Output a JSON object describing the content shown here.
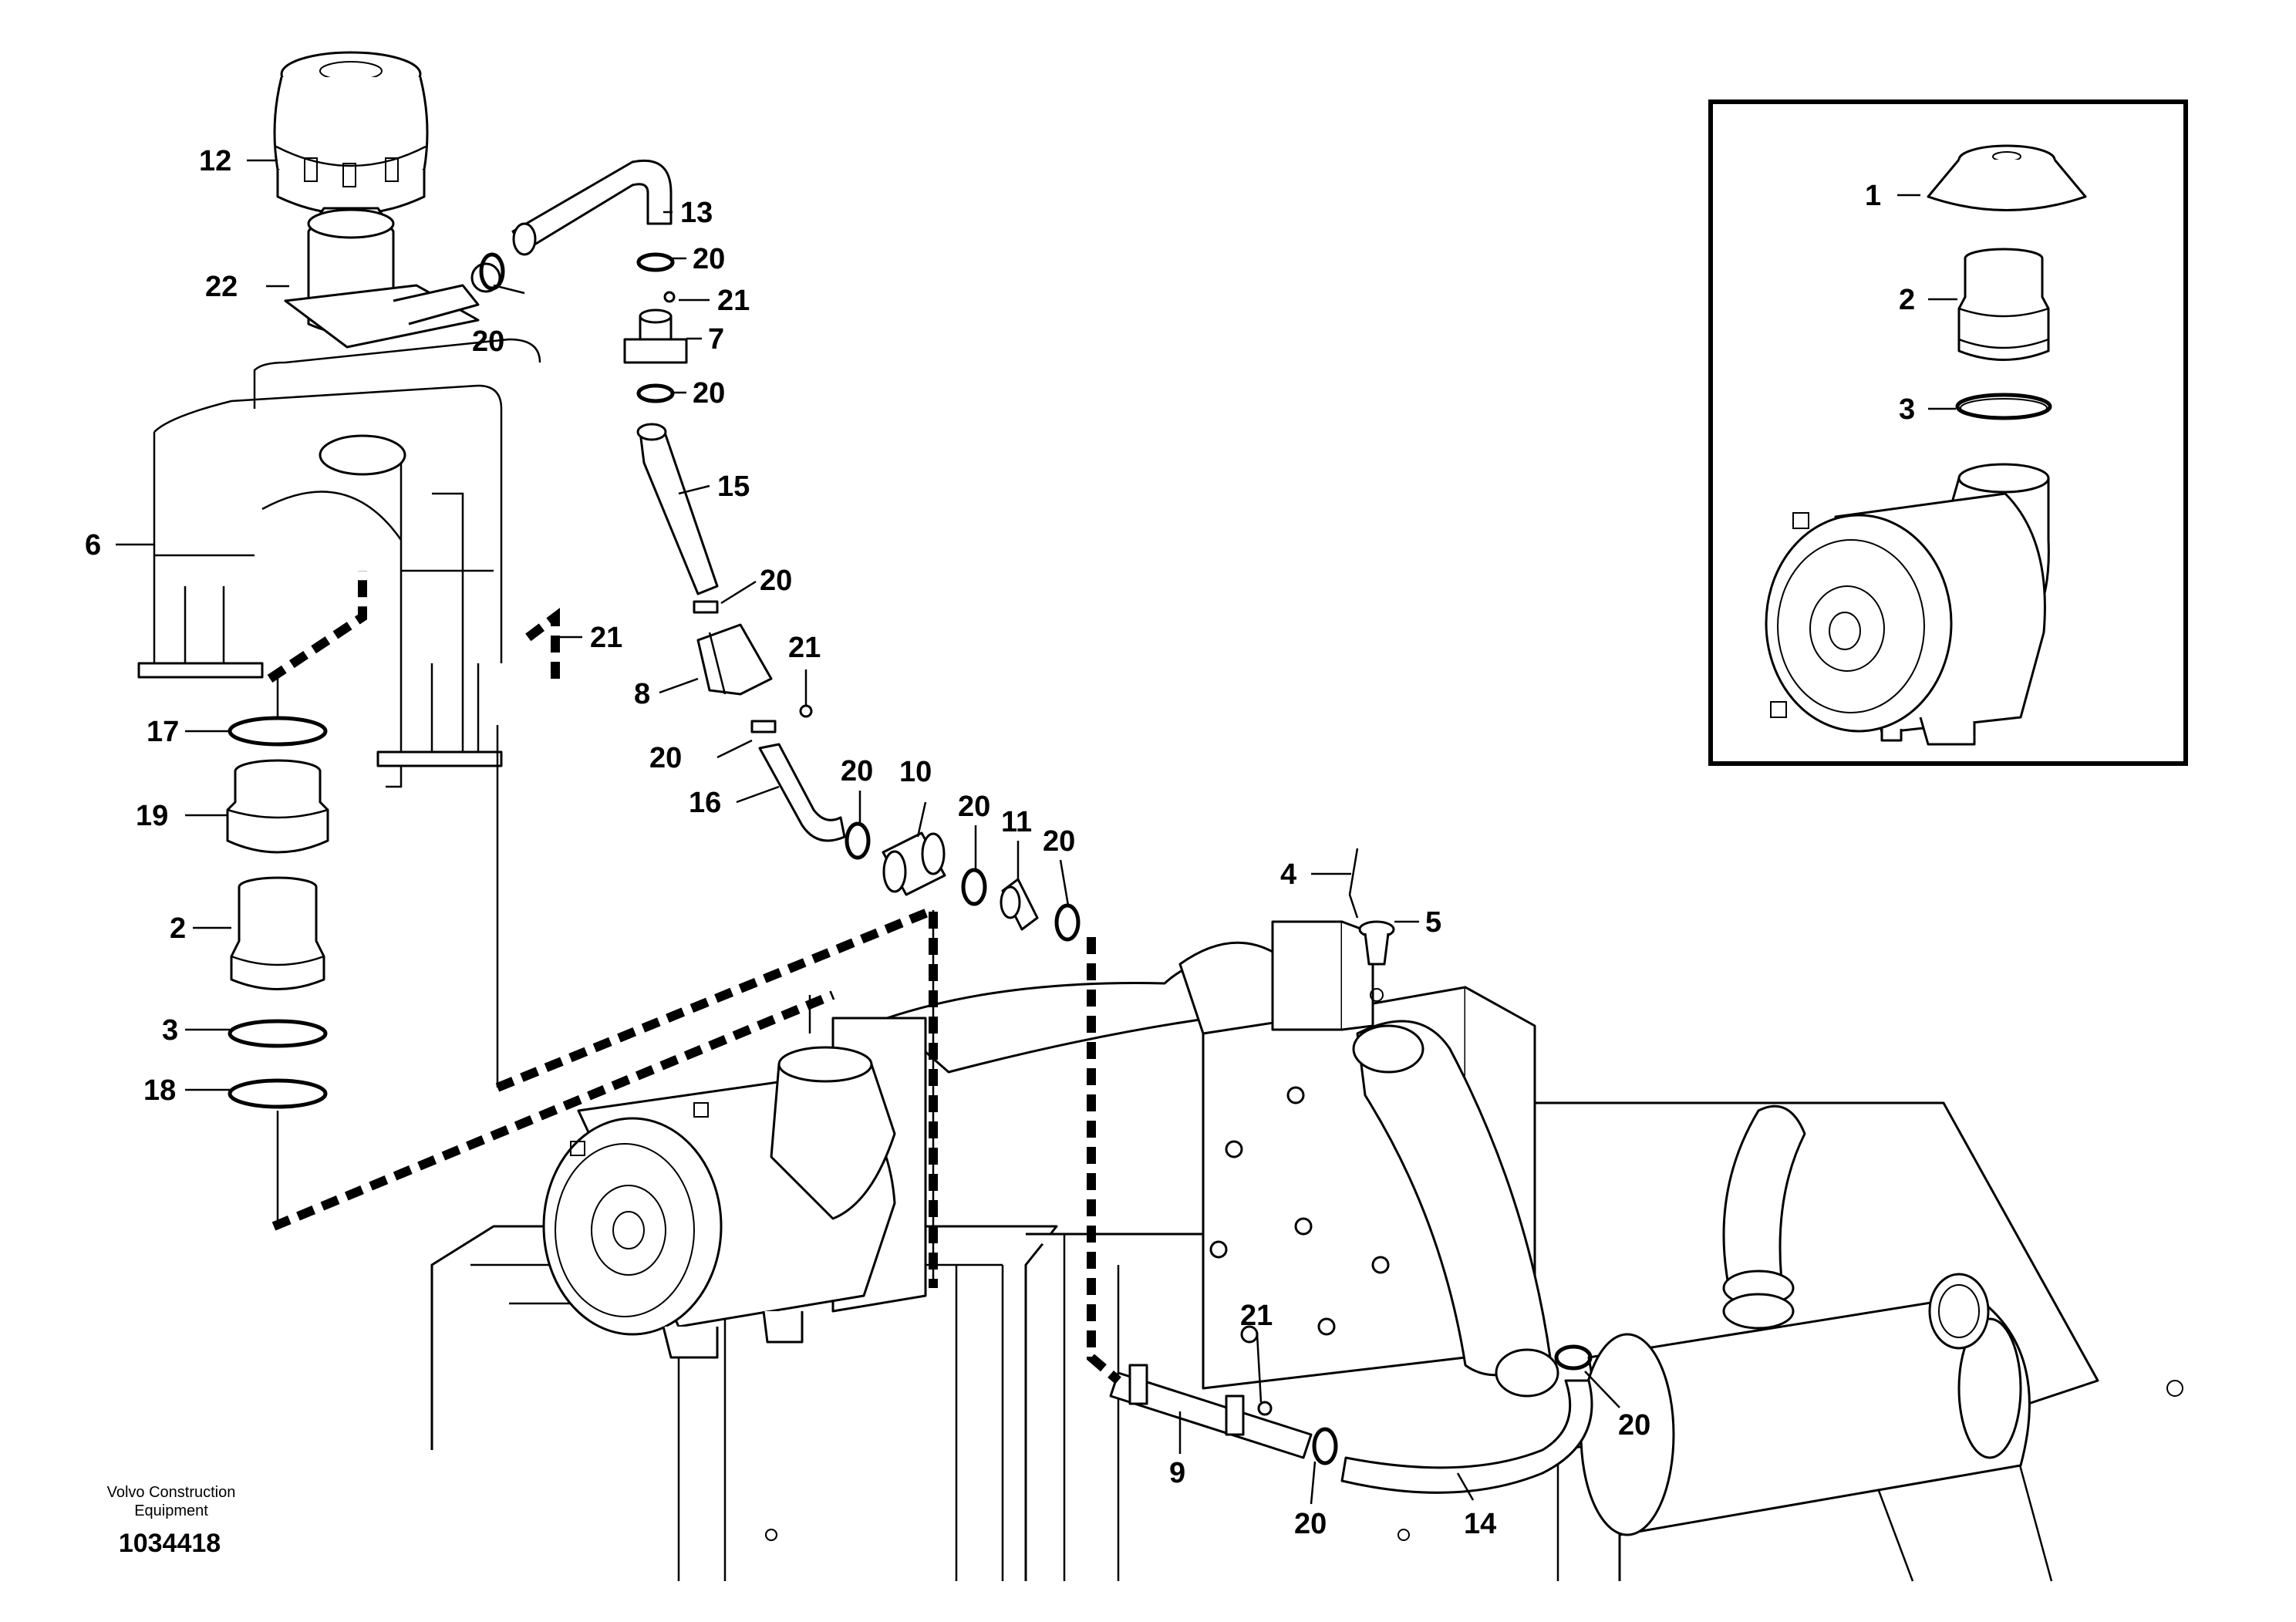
{
  "caption": {
    "company_line1": "Volvo Construction",
    "company_line2": "Equipment",
    "drawing_number": "1034418"
  },
  "callouts": {
    "c12": "12",
    "c13": "13",
    "c22": "22",
    "c20a": "20",
    "c20b": "20",
    "c21a": "21",
    "c7": "7",
    "c20c": "20",
    "c15": "15",
    "c6": "6",
    "c20d": "20",
    "c21b": "21",
    "c21c": "21",
    "c8": "8",
    "c17": "17",
    "c20e": "20",
    "c16": "16",
    "c20f": "20",
    "c10": "10",
    "c19": "19",
    "c20g": "20",
    "c11": "11",
    "c20h": "20",
    "c2a": "2",
    "c4": "4",
    "c5": "5",
    "c3a": "3",
    "c18": "18",
    "c21d": "21",
    "c9": "9",
    "c20i": "20",
    "c14": "14",
    "c20j": "20",
    "inset_c1": "1",
    "inset_c2": "2",
    "inset_c3": "3"
  }
}
